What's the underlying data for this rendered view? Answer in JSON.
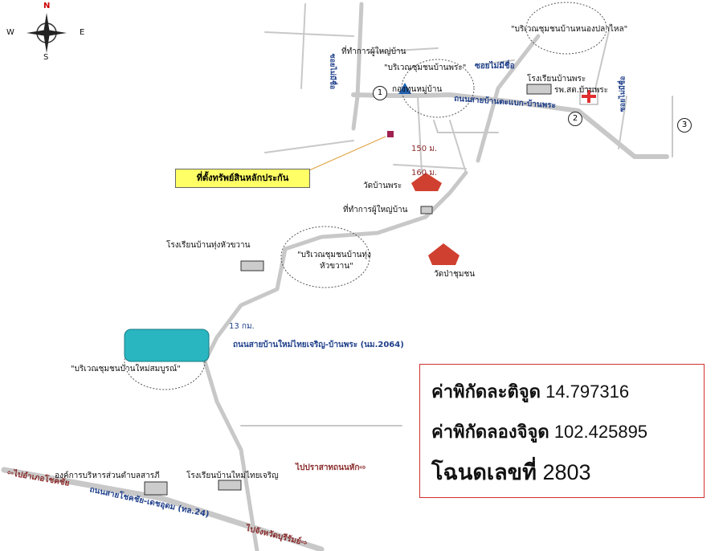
{
  "compass": {
    "n": "N",
    "s": "S",
    "e": "E",
    "w": "W"
  },
  "labels": {
    "headman_office_1": "ที่ทำการผู้ใหญ่บ้าน",
    "soi_unnamed_1": "ซอยไม่มีชื่อ",
    "community_ban_phra": "\"บริเวณชุมชนบ้านพระ\"",
    "community_nong_pla_lai": "\"บริเวณชุมชนบ้านหนองปลาไหล\"",
    "soi_unnamed_2": "ซอยไม่มีชื่อ",
    "school_ban_phra": "โรงเรียนบ้านพระ",
    "village_fund": "กองทุนหมู่บ้าน",
    "health_center": "รพ.สต.บ้านพระ",
    "road_tabaek_phra": "ถนนสายบ้านตะแบก-บ้านพระ",
    "soi_unnamed_3": "ซอยไม่มีชื่อ",
    "dist_150": "150 ม.",
    "dist_160": "160 ม.",
    "wat_ban_phra": "วัดบ้านพระ",
    "headman_office_2": "ที่ทำการผู้ใหญ่บ้าน",
    "school_thung_hua_khwan": "โรงเรียนบ้านทุ่งหัวขวาน",
    "community_thung_1": "\"บริเวณชุมชนบ้านทุ่ง",
    "community_thung_2": "หัวขวาน\"",
    "wat_pa_chumchon": "วัดป่าชุมชน",
    "dist_13km": "13 กม.",
    "road_2064": "ถนนสายบ้านใหม่ไทยเจริญ-บ้านพระ (นม.2064)",
    "community_mai_somboon": "\"บริเวณชุมชนบ้านใหม่สมบูรณ์\"",
    "to_prasat": "ไปปราสาทถนนหัก⇨",
    "sao_office": "องค์การบริหารส่วนตำบลสารภี",
    "school_mai_thai_charoen": "โรงเรียนบ้านใหม่ไทยเจริญ",
    "to_chok_chai": "⇦ไปอำเภอโชคชัย",
    "road_24": "ถนนสายโชคชัย-เดชอุดม (ทล.24)",
    "to_buriram": "ไปจังหวัดบุรีรัมย์⇨"
  },
  "markers": [
    "1",
    "2",
    "3"
  ],
  "callout": "ที่ตั้งทรัพย์สินหลักประกัน",
  "info": {
    "lat_label": "ค่าพิกัดละติจูด",
    "lat_value": "14.797316",
    "lon_label": "ค่าพิกัดลองจิจูด",
    "lon_value": "102.425895",
    "deed_label": "โฉนดเลขที่",
    "deed_value": "2803"
  },
  "colors": {
    "road": "#c8c8c8",
    "plot": "#29b6c0",
    "frame": "#d03030",
    "callout_bg": "#ffff66",
    "road_label": "#1f3f8a"
  }
}
